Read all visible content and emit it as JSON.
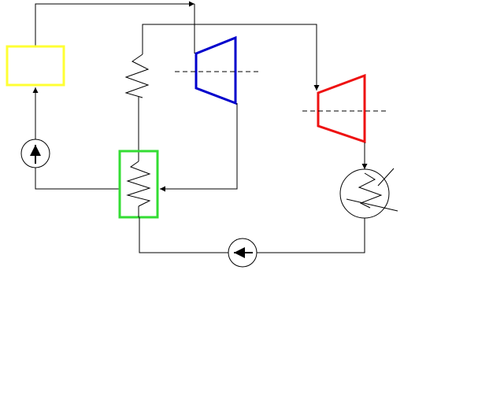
{
  "diagram": {
    "kind": "thermodynamic cycle schematic",
    "colors": {
      "line": "#000000",
      "heat_source_box": "#ffff33",
      "regenerator_box": "#33dd33",
      "high_pressure_turbine": "#0000cc",
      "low_pressure_turbine": "#ee1111",
      "background": "#ffffff"
    },
    "components": [
      {
        "id": "heat-source-box",
        "shape": "rectangle"
      },
      {
        "id": "feed-pump",
        "shape": "circle-with-arrow",
        "arrow_direction": "up"
      },
      {
        "id": "reheater-coil",
        "shape": "zigzag"
      },
      {
        "id": "regenerator-heat-exchanger",
        "shape": "rectangle-with-zigzag"
      },
      {
        "id": "high-pressure-turbine",
        "shape": "trapezoid"
      },
      {
        "id": "low-pressure-turbine",
        "shape": "trapezoid"
      },
      {
        "id": "condenser",
        "shape": "circle-with-zigzag"
      },
      {
        "id": "condensate-pump",
        "shape": "circle-with-arrow",
        "arrow_direction": "left"
      }
    ]
  }
}
